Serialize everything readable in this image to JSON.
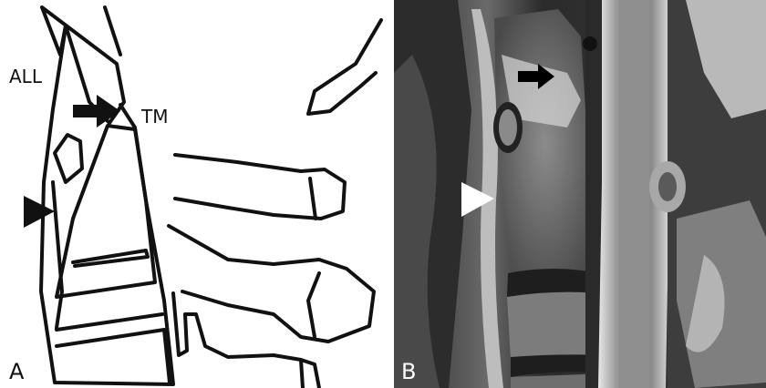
{
  "panel_a": {
    "label": "A",
    "annotations": {
      "all": "ALL",
      "tm": "TM"
    },
    "marker_icons": [
      "right-arrow-icon",
      "right-arrowhead-icon"
    ],
    "line_color": "#111111",
    "background": "#ffffff"
  },
  "panel_b": {
    "label": "B",
    "marker_icons": [
      "right-arrow-icon",
      "right-arrowhead-icon"
    ],
    "arrow_color": "#000000",
    "arrowhead_color": "#ffffff"
  }
}
